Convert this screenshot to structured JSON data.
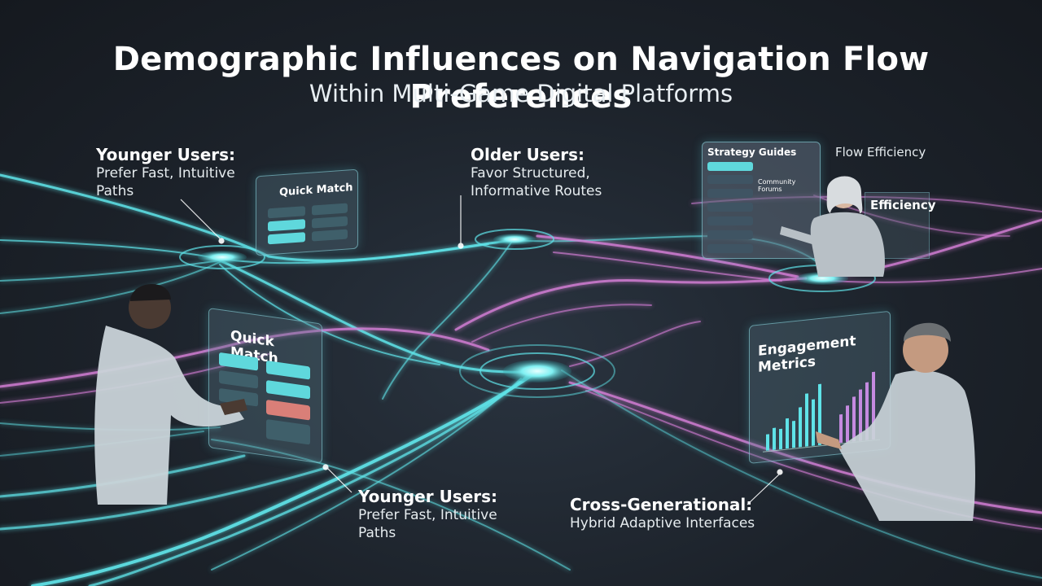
{
  "title": "Demographic Influences on Navigation Flow Preferences",
  "subtitle": "Within Multi-Game Digital Platforms",
  "captions": {
    "younger_top": {
      "heading": "Younger Users:",
      "line1": "Prefer Fast, Intuitive",
      "line2": "Paths"
    },
    "older": {
      "heading": "Older Users:",
      "line1": "Favor Structured,",
      "line2": "Informative Routes"
    },
    "younger_bottom": {
      "heading": "Younger Users:",
      "line1": "Prefer Fast, Intuitive",
      "line2": "Paths"
    },
    "cross": {
      "heading": "Cross-Generational:",
      "line1": "Hybrid Adaptive Interfaces"
    }
  },
  "panels": {
    "quick_match_small": {
      "title": "Quick Match"
    },
    "quick_match_large": {
      "title": "Quick Match"
    },
    "strategy": {
      "title": "Strategy Guides",
      "item": "Community Forums"
    },
    "flow_efficiency": {
      "label": "Flow Efficiency"
    },
    "efficiency": {
      "label": "Efficiency"
    },
    "engagement": {
      "title": "Engagement Metrics"
    }
  },
  "colors": {
    "cyan": "#5fe3e8",
    "magenta": "#d77fd8",
    "background": "#1c222a"
  },
  "icons": [
    "hub-node-icon",
    "bar-chart-icon",
    "fingerprint-icon"
  ]
}
